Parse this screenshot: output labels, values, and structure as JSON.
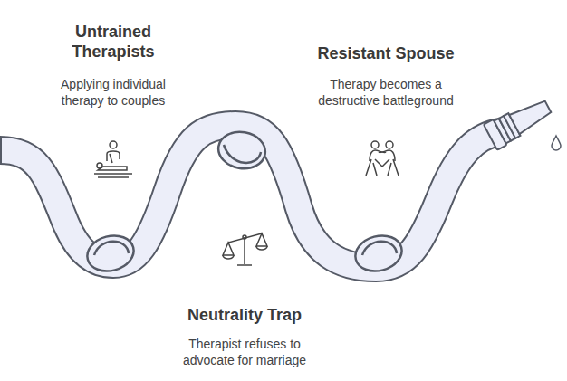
{
  "diagram": {
    "labels": [
      "Untrained Therapists",
      "Applying individual therapy to couples",
      "Resistant Spouse",
      "Therapy becomes a destructive battleground",
      "Neutrality Trap",
      "Therapist refuses to advocate for marriage"
    ]
  }
}
